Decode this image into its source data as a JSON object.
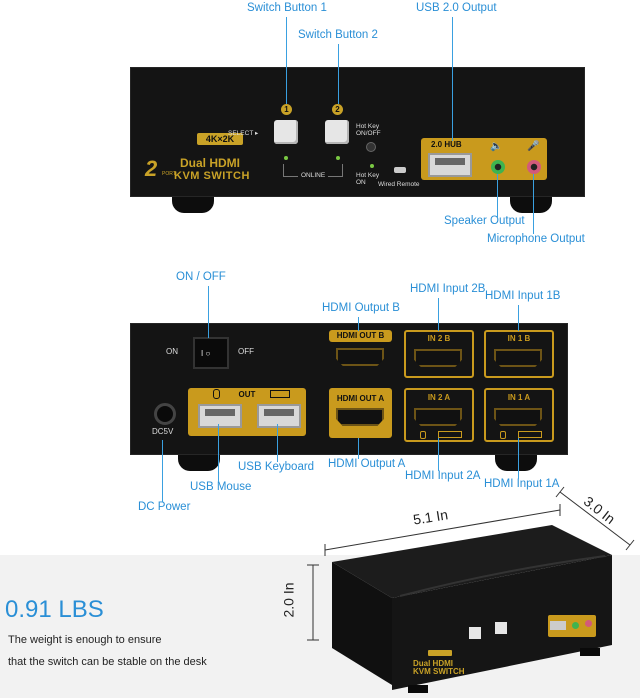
{
  "callouts": {
    "switch_button_1": "Switch Button 1",
    "switch_button_2": "Switch Button 2",
    "usb_output": "USB 2.0 Output",
    "speaker_output": "Speaker Output",
    "microphone_output": "Microphone Output",
    "on_off": "ON / OFF",
    "hdmi_output_b": "HDMI Output B",
    "hdmi_input_2b": "HDMI Input 2B",
    "hdmi_input_1b": "HDMI Input 1B",
    "usb_keyboard": "USB Keyboard",
    "hdmi_output_a": "HDMI Output A",
    "hdmi_input_2a": "HDMI Input 2A",
    "hdmi_input_1a": "HDMI Input 1A",
    "usb_mouse": "USB Mouse",
    "dc_power": "DC Power"
  },
  "front": {
    "badge": "4K×2K",
    "brand_line1": "Dual HDMI",
    "brand_line2": "KVM SWITCH",
    "port_num": "2",
    "port_word": "PORT",
    "select": "SELECT ▸",
    "btn1": "1",
    "btn2": "2",
    "hotkey_onoff": "Hot Key ON/OFF",
    "online": "ONLINE",
    "hotkey_on": "Hot Key ON",
    "wired_remote": "Wired Remote",
    "hub": "2.0 HUB"
  },
  "rear": {
    "on": "ON",
    "off": "OFF",
    "hdmi_out_b": "HDMI OUT B",
    "in_2b": "IN 2 B",
    "in_1b": "IN 1 B",
    "hdmi_out_a": "HDMI OUT A",
    "in_2a": "IN 2 A",
    "in_1a": "IN 1 A",
    "out": "OUT",
    "dc5v": "DC5V"
  },
  "dims": {
    "length": "5.1 In",
    "depth": "3.0 In",
    "height": "2.0 In"
  },
  "weight": {
    "value": "0.91 LBS",
    "line1": "The weight is enough to ensure",
    "line2": "that the switch can be stable on the desk"
  }
}
